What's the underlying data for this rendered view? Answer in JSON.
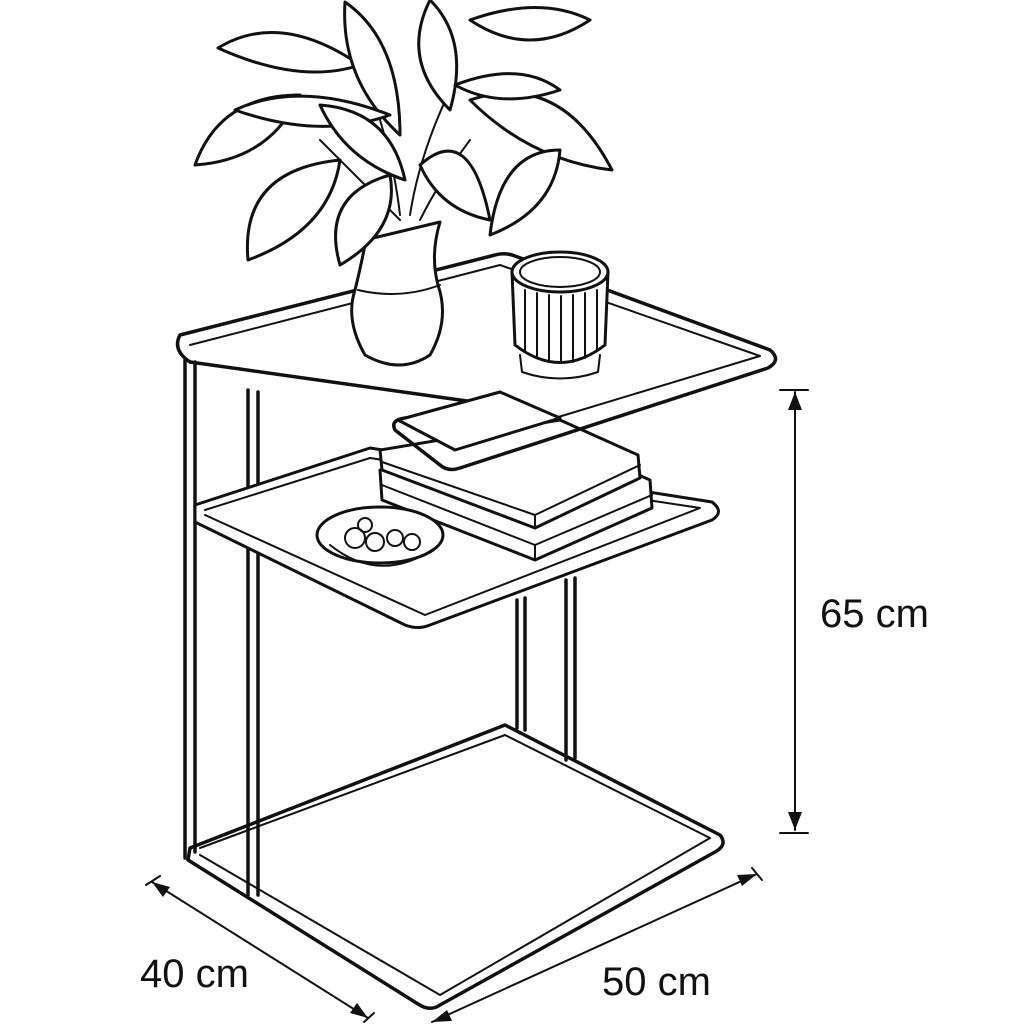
{
  "title": "Side table dimensions",
  "dimensions": {
    "height": "65 cm",
    "depth": "40 cm",
    "width": "50 cm"
  },
  "colors": {
    "line": "#111111",
    "background": "#ffffff"
  }
}
